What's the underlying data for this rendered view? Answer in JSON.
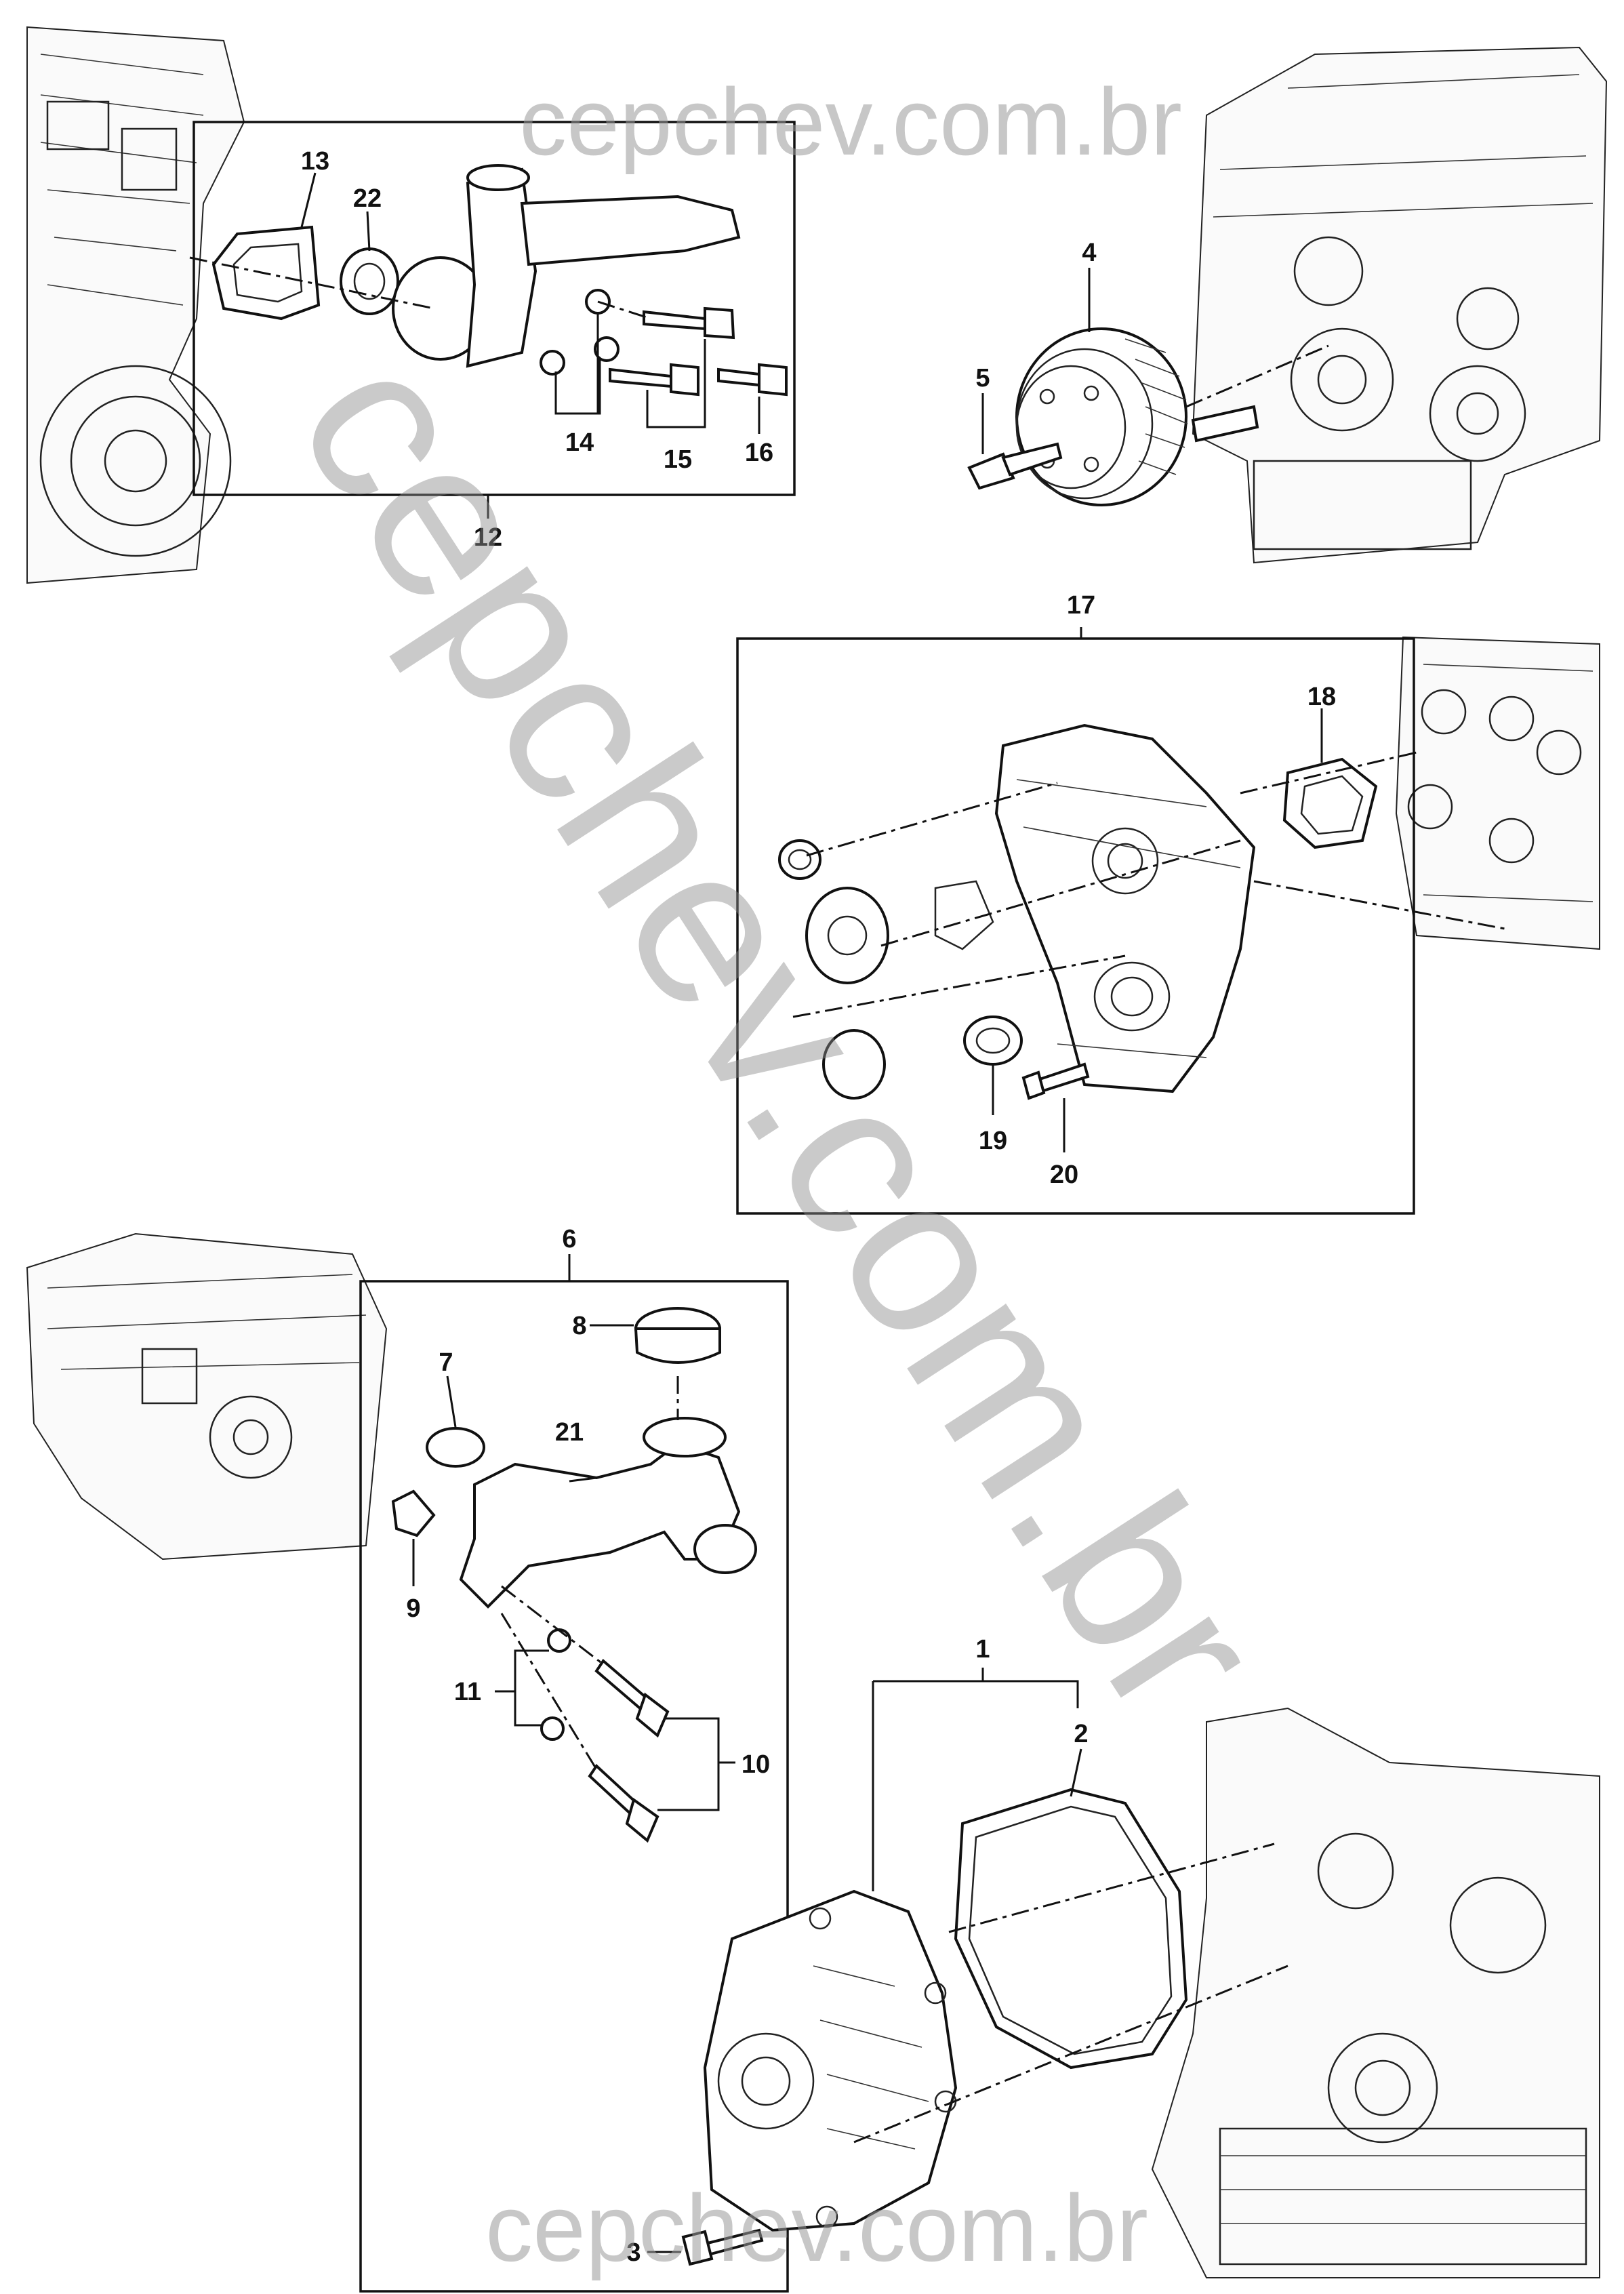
{
  "watermark": {
    "top": "cepchev.com.br",
    "bottom": "cepchev.com.br",
    "diagonal": "cepchev.com.br"
  },
  "callouts": {
    "c1": "1",
    "c2": "2",
    "c3": "3",
    "c4": "4",
    "c5": "5",
    "c6": "6",
    "c7": "7",
    "c8": "8",
    "c9": "9",
    "c10": "10",
    "c11": "11",
    "c12": "12",
    "c13": "13",
    "c14": "14",
    "c15": "15",
    "c16": "16",
    "c17": "17",
    "c18": "18",
    "c19": "19",
    "c20": "20",
    "c21": "21",
    "c22": "22"
  },
  "colors": {
    "ink": "#111111",
    "watermark": "#9a9a9a",
    "background": "#ffffff"
  }
}
